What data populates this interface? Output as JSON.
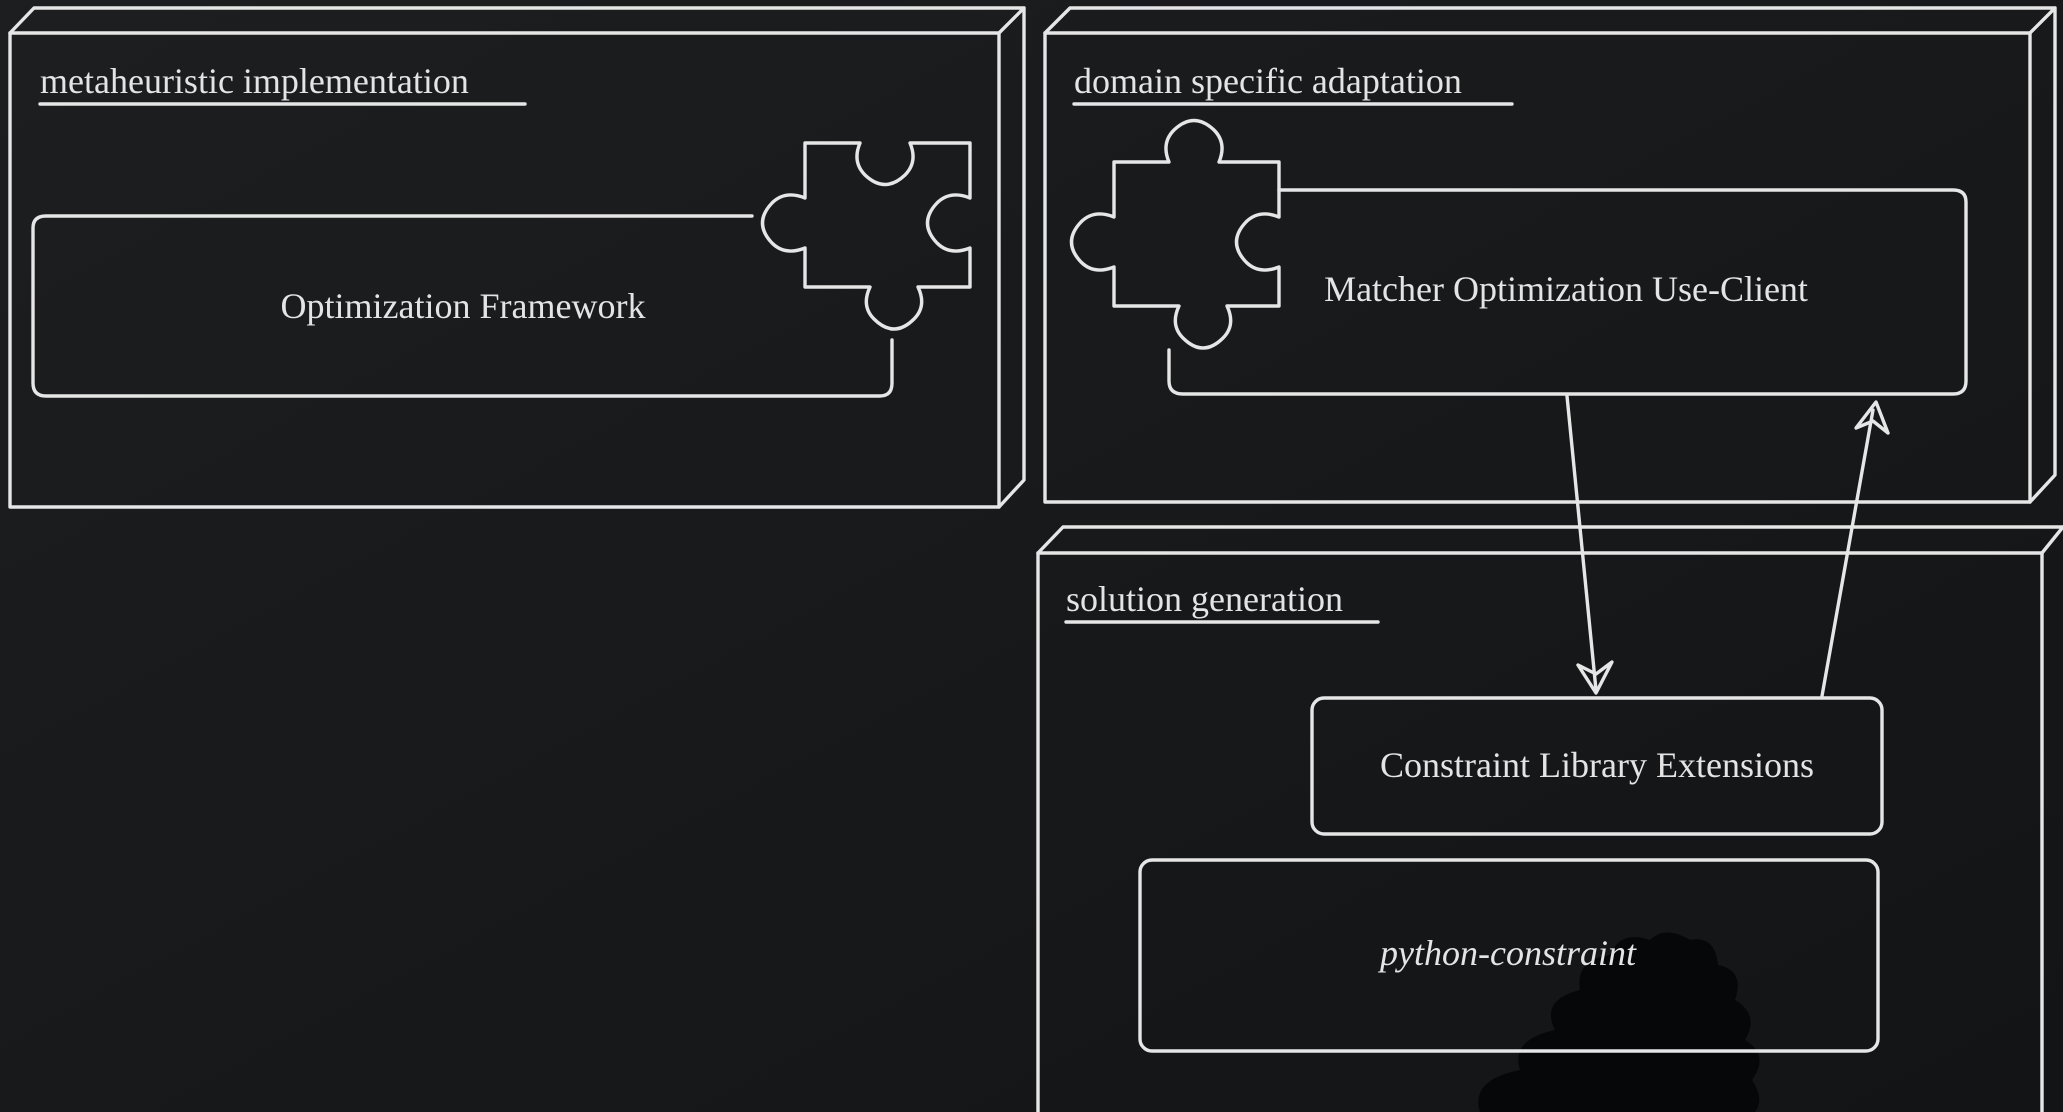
{
  "diagram": {
    "packages": {
      "metaheuristic": {
        "title": "metaheuristic implementation"
      },
      "domain": {
        "title": "domain specific adaptation"
      },
      "solution": {
        "title": "solution generation"
      }
    },
    "components": {
      "optimization_framework": {
        "label": "Optimization Framework"
      },
      "matcher_client": {
        "label": "Matcher Optimization Use-Client"
      },
      "constraint_extensions": {
        "label": "Constraint Library Extensions"
      },
      "python_constraint": {
        "label": "python-constraint"
      }
    },
    "connectors": [
      {
        "from": "Matcher Optimization Use-Client",
        "to": "Constraint Library Extensions"
      },
      {
        "from": "Constraint Library Extensions",
        "to": "Matcher Optimization Use-Client"
      }
    ],
    "colors": {
      "background": "#16181a",
      "stroke": "#e6e6e6",
      "text": "#e4e4e4"
    }
  }
}
